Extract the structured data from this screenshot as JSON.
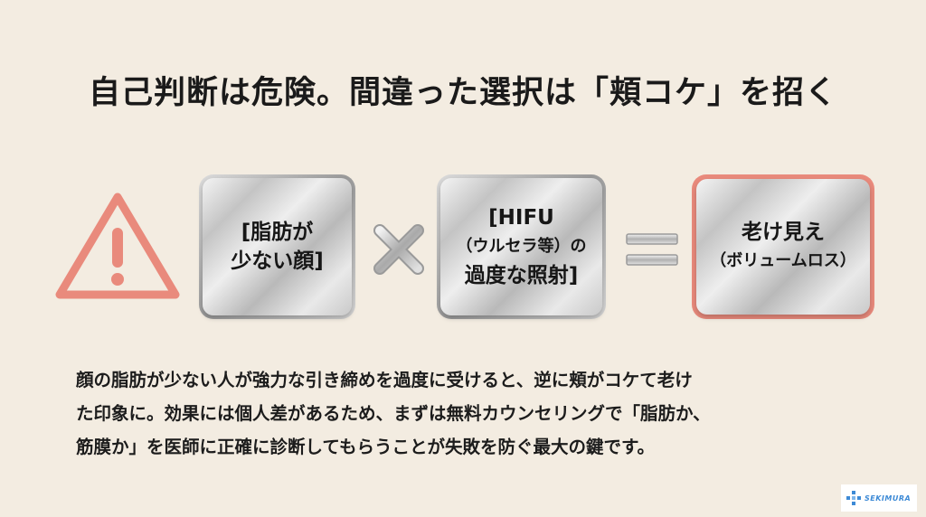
{
  "title": "自己判断は危険。間違った選択は「頬コケ」を招く",
  "warning_icon": "warning-triangle-icon",
  "accent_color": "#e98a7c",
  "cards": [
    {
      "lines": [
        "[脂肪が",
        "少ない顔]"
      ]
    },
    {
      "lines": [
        "[HIFU",
        "（ウルセラ等）の",
        "過度な照射]"
      ]
    },
    {
      "lines": [
        "老け見え",
        "（ボリュームロス）"
      ]
    }
  ],
  "operators": {
    "multiply": "multiply-icon",
    "equals": "equals-icon"
  },
  "body_lines": [
    "顔の脂肪が少ない人が強力な引き締めを過度に受けると、逆に頬がコケて老け",
    "た印象に。効果には個人差があるため、まずは無料カウンセリングで「脂肪か、",
    "筋膜か」を医師に正確に診断してもらうことが失敗を防ぐ最大の鍵です。"
  ],
  "logo": {
    "text": "SEKIMURA"
  }
}
